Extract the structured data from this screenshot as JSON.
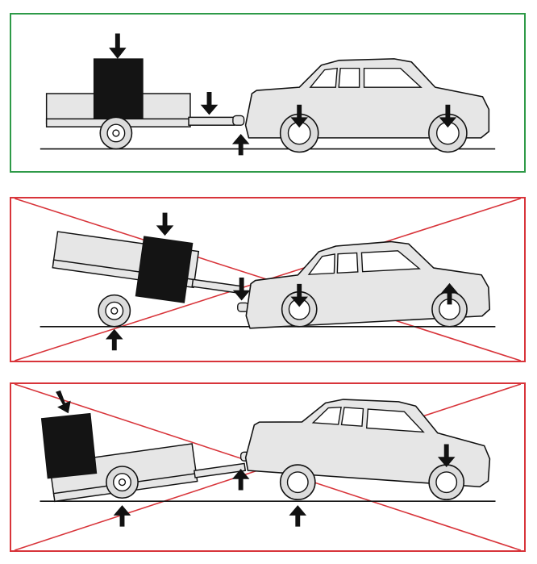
{
  "panels": [
    {
      "id": "correct-loading",
      "status": "correct",
      "color": "#2e9a48",
      "crossed": false
    },
    {
      "id": "incorrect-loading-tail-heavy-hitch",
      "status": "incorrect",
      "color": "#d8343a",
      "crossed": true
    },
    {
      "id": "incorrect-loading-rear-heavy",
      "status": "incorrect",
      "color": "#d8343a",
      "crossed": true
    }
  ],
  "colors": {
    "correct_border": "#2e9a48",
    "incorrect_border": "#d8343a",
    "vehicle_fill": "#e6e6e6",
    "load_fill": "#141414",
    "outline": "#111111"
  },
  "icons": [
    "arrow-down-icon",
    "arrow-up-icon",
    "car-icon",
    "trailer-icon",
    "cross-out-icon"
  ]
}
